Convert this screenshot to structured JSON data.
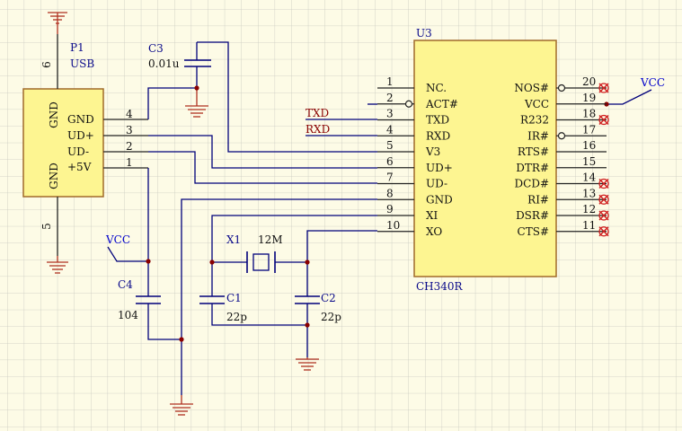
{
  "p1": {
    "designator": "P1",
    "value": "USB",
    "side_labels": [
      "GND",
      "GND"
    ],
    "pins": [
      {
        "name": "GND",
        "num": "4"
      },
      {
        "name": "UD+",
        "num": "3"
      },
      {
        "name": "UD-",
        "num": "2"
      },
      {
        "name": "+5V",
        "num": "1"
      }
    ],
    "top_pin": "6",
    "bottom_pin": "5"
  },
  "u3": {
    "designator": "U3",
    "part": "CH340R",
    "left_pins": [
      {
        "num": "1",
        "name": "NC."
      },
      {
        "num": "2",
        "name": "ACT#"
      },
      {
        "num": "3",
        "name": "TXD"
      },
      {
        "num": "4",
        "name": "RXD"
      },
      {
        "num": "5",
        "name": "V3"
      },
      {
        "num": "6",
        "name": "UD+"
      },
      {
        "num": "7",
        "name": "UD-"
      },
      {
        "num": "8",
        "name": "GND"
      },
      {
        "num": "9",
        "name": "XI"
      },
      {
        "num": "10",
        "name": "XO"
      }
    ],
    "right_pins": [
      {
        "num": "20",
        "name": "NOS#"
      },
      {
        "num": "19",
        "name": "VCC"
      },
      {
        "num": "18",
        "name": "R232"
      },
      {
        "num": "17",
        "name": "IR#"
      },
      {
        "num": "16",
        "name": "RTS#"
      },
      {
        "num": "15",
        "name": "DTR#"
      },
      {
        "num": "14",
        "name": "DCD#"
      },
      {
        "num": "13",
        "name": "RI#"
      },
      {
        "num": "12",
        "name": "DSR#"
      },
      {
        "num": "11",
        "name": "CTS#"
      }
    ]
  },
  "c3": {
    "designator": "C3",
    "value": "0.01u"
  },
  "c4": {
    "designator": "C4",
    "value": "104"
  },
  "c1": {
    "designator": "C1",
    "value": "22p"
  },
  "c2": {
    "designator": "C2",
    "value": "22p"
  },
  "x1": {
    "designator": "X1",
    "value": "12M"
  },
  "nets": {
    "txd": "TXD",
    "rxd": "RXD",
    "vcc_left": "VCC",
    "vcc_right": "VCC"
  }
}
